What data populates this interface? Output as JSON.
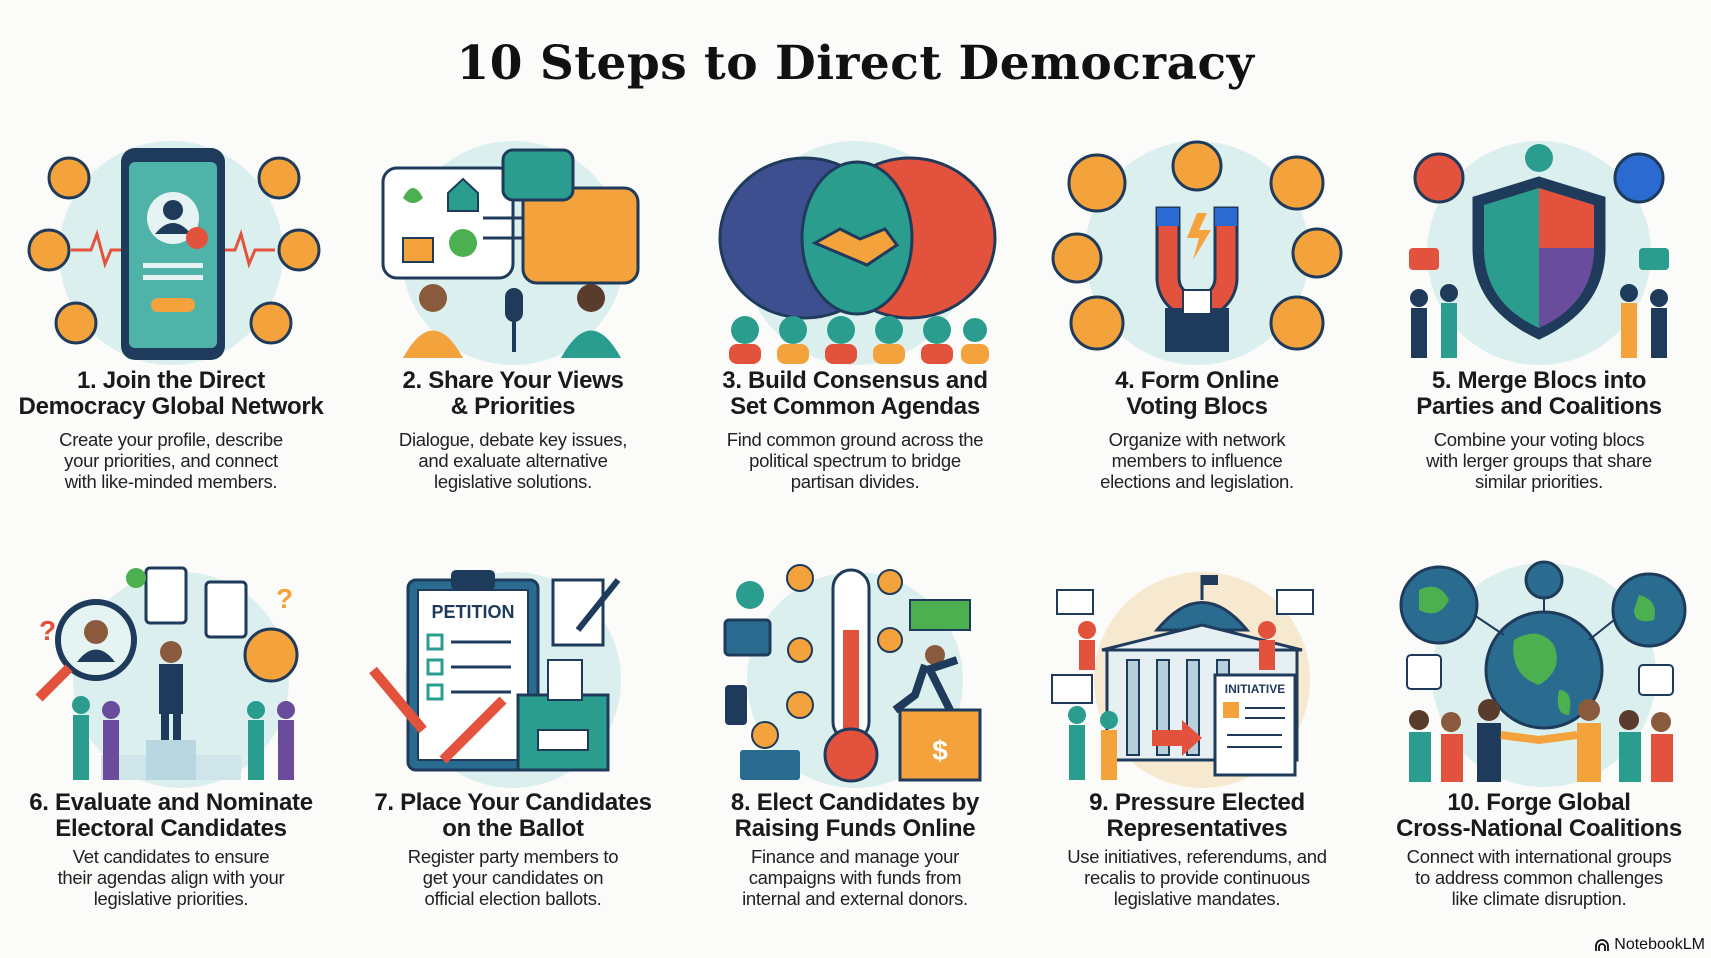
{
  "title": "10 Steps to Direct Democracy",
  "steps": [
    {
      "title": [
        "1. Join the Direct",
        "Democracy Global Network"
      ],
      "desc": [
        "Create your profile, describe",
        "your priorities, and connect",
        "with like-minded members."
      ],
      "icon": "smartphone-profile-icon"
    },
    {
      "title": [
        "2. Share Your Views",
        "& Priorities"
      ],
      "desc": [
        "Dialogue, debate key issues,",
        "and exaluate alternative",
        "legislative solutions."
      ],
      "icon": "speech-bubbles-microphone-icon"
    },
    {
      "title": [
        "3. Build Consensus and",
        "Set Common Agendas"
      ],
      "desc": [
        "Find common ground across the",
        "political spectrum to bridge",
        "partisan divides."
      ],
      "icon": "handshake-icon"
    },
    {
      "title": [
        "4. Form Online",
        "Voting Blocs"
      ],
      "desc": [
        "Organize with network",
        "members to influence",
        "elections and legislation."
      ],
      "icon": "magnet-ballot-icon"
    },
    {
      "title": [
        "5. Merge Blocs into",
        "Parties and Coalitions"
      ],
      "desc": [
        "Combine your voting blocs",
        "with lerger groups that share",
        "similar priorities."
      ],
      "icon": "shield-gears-icon"
    },
    {
      "title": [
        "6. Evaluate and Nominate",
        "Electoral Candidates"
      ],
      "desc": [
        "Vet candidates to ensure",
        "their agendas align with your",
        "legislative priorities."
      ],
      "icon": "magnifier-candidates-icon"
    },
    {
      "title": [
        "7. Place Your Candidates",
        "on the Ballot"
      ],
      "desc": [
        "Register party members to",
        "get your candidates on",
        "official election ballots."
      ],
      "icon": "petition-clipboard-icon",
      "label": "PETITION"
    },
    {
      "title": [
        "8. Elect Candidates by",
        "Raising Funds Online"
      ],
      "desc": [
        "Finance and manage your",
        "campaigns with funds from",
        "internal and external donors."
      ],
      "icon": "fundraising-thermometer-icon"
    },
    {
      "title": [
        "9. Pressure Elected",
        "Representatives"
      ],
      "desc": [
        "Use initiatives, referendums, and",
        "recalis to provide continuous",
        "legislative mandates."
      ],
      "icon": "capitol-protest-icon",
      "label": "INITIATIVE"
    },
    {
      "title": [
        "10. Forge Global",
        "Cross-National Coalitions"
      ],
      "desc": [
        "Connect with international groups",
        "to address common challenges",
        "like climate disruption."
      ],
      "icon": "connected-globes-icon"
    }
  ],
  "watermark": "NotebookLM",
  "colors": {
    "teal": "#2a9d8f",
    "navy": "#1f3b5c",
    "orange": "#f4a23b",
    "red": "#e2523c",
    "circle_bg": "#dcefef"
  }
}
